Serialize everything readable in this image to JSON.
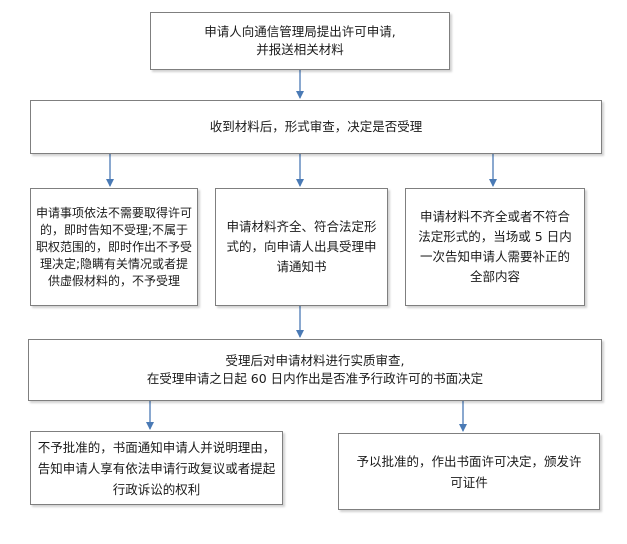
{
  "colors": {
    "arrow": "#4a7ab5",
    "border": "#7f7f7f"
  },
  "steps": {
    "apply": {
      "line1": "申请人向通信管理局提出许可申请,",
      "line2": "并报送相关材料"
    },
    "review": {
      "text": "收到材料后，形式审查，决定是否受理"
    },
    "not_required": {
      "text": "申请事项依法不需要取得许可的，即时告知不受理;不属于职权范围的，即时作出不予受理决定;隐瞒有关情况或者提供虚假材料的，不予受理"
    },
    "complete": {
      "text": "申请材料齐全、符合法定形式的，向申请人出具受理申请通知书"
    },
    "incomplete": {
      "text": "申请材料不齐全或者不符合法定形式的，当场或 5 日内一次告知申请人需要补正的全部内容"
    },
    "substantive": {
      "line1": "受理后对申请材料进行实质审查,",
      "line2": "在受理申请之日起 60 日内作出是否准予行政许可的书面决定"
    },
    "reject": {
      "text": "不予批准的，书面通知申请人并说明理由，告知申请人享有依法申请行政复议或者提起行政诉讼的权利"
    },
    "approve": {
      "text": "予以批准的，作出书面许可决定，颁发许可证件"
    }
  }
}
